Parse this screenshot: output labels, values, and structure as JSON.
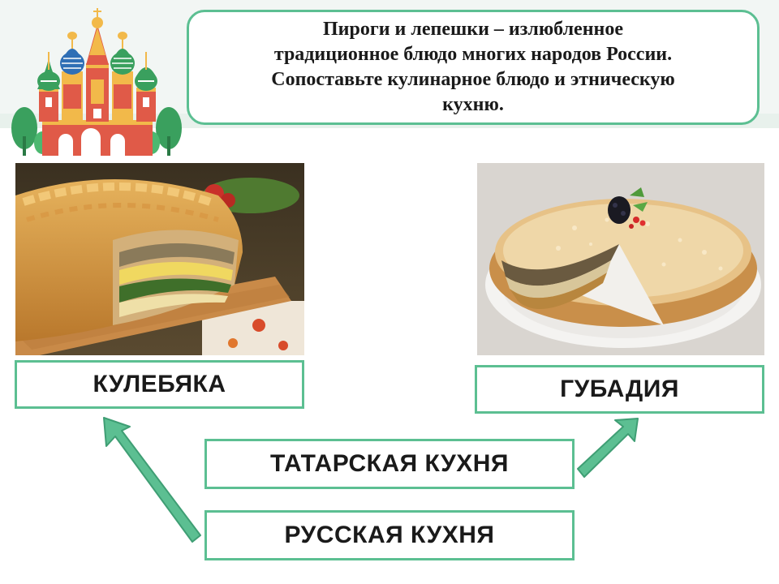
{
  "task": {
    "lines": [
      "Пироги и лепешки – излюбленное",
      "традиционное блюдо многих народов России.",
      "Сопоставьте кулинарное блюдо и этническую",
      "кухню."
    ]
  },
  "dishes": {
    "left_label": "КУЛЕБЯКА",
    "right_label": "ГУБАДИЯ"
  },
  "cuisines": {
    "first_label": "ТАТАРСКАЯ КУХНЯ",
    "second_label": "РУССКАЯ КУХНЯ"
  },
  "colors": {
    "accent_border": "#5cbf92",
    "arrow_fill": "#5cbf92",
    "arrow_stroke": "#3f9e74"
  },
  "icons": {
    "header_illustration": "kremlin-cathedral-icon"
  }
}
